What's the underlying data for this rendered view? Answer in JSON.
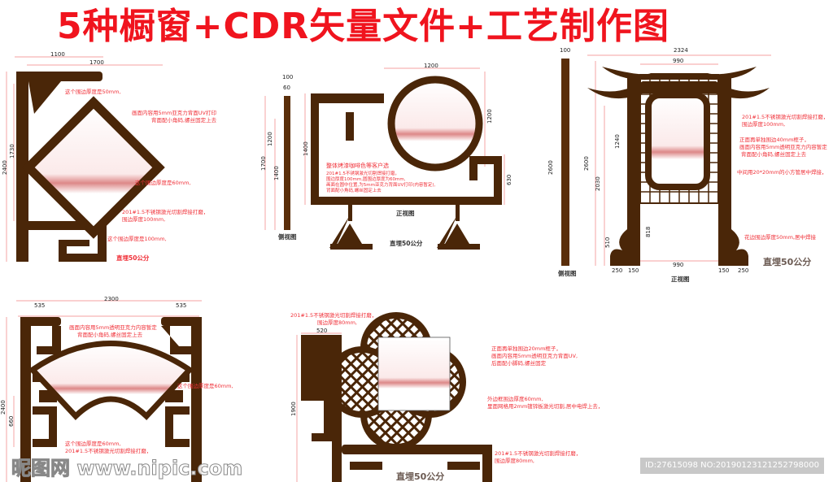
{
  "title": "5种橱窗+CDR矢量文件+工艺制作图",
  "colors": {
    "frame": "#4a2608",
    "annotation": "#f03038",
    "dimension": "#f08080",
    "title": "#f0141e"
  },
  "panel1": {
    "dims": [
      "1100",
      "1700",
      "2400",
      "1730"
    ],
    "notes": [
      "这个围边厚度是50mm,",
      "画面内容用5mm亚克力背面UV打印",
      "背面配小角码,螺丝固定上去",
      "这个围边厚度是60mm,",
      "201#1.5不锈钢激光切割焊接打磨，",
      "围边厚度100mm,",
      "这个围边厚度是100mm,"
    ],
    "bury": "直埋50公分"
  },
  "panel2": {
    "dims": [
      "100",
      "60",
      "1700",
      "1200",
      "1400",
      "1400",
      "1200",
      "1200",
      "630"
    ],
    "color_note": "整体烤漆咖啡色等客户选",
    "notes": [
      "201#1.5不锈钢激光切割焊接打磨，",
      "围边厚度100mm,圆围边厚度为60mm,",
      "画面在圆中位置,为5mm亚克力背面UV打印(内容暂定),",
      "背面配小角码,螺丝固定上去"
    ],
    "side_caption": "侧视图",
    "front_caption": "正视图",
    "bury": "直埋50公分"
  },
  "panel3": {
    "dims": [
      "100",
      "2324",
      "990",
      "2600",
      "2600",
      "1240",
      "2030",
      "818",
      "510",
      "250",
      "150",
      "990",
      "150",
      "250"
    ],
    "notes": [
      "201#1.5不锈钢激光切割焊接打磨，",
      "围边厚度100mm,",
      "正面再单独围边40mm框子，",
      "画面内容用5mm透明亚克力内容暂定",
      "背面配小角码,螺丝固定上去",
      "中间用20*20mm的小方管居中焊接，",
      "花边围边厚度50mm,居中焊接"
    ],
    "side_caption": "侧视图",
    "front_caption": "正视图",
    "bury": "直埋50公分"
  },
  "panel4": {
    "dims": [
      "2300",
      "535",
      "535",
      "2400",
      "660"
    ],
    "notes": [
      "画面内容用5mm透明亚克力内容暂定",
      "背面配小角码,螺丝固定上去",
      "这个围边厚度是60mm,",
      "这个围边厚度是60mm,",
      "201#1.5不锈钢激光切割焊接打磨，"
    ]
  },
  "panel5": {
    "dims": [
      "520",
      "1900"
    ],
    "notes": [
      "201#1.5不锈钢激光切割焊接打磨，",
      "围边厚度80mm,",
      "正面再单独围边20mm框子，",
      "画面内容用5mm透明亚克力背面UV,",
      "后面配小脚码,螺丝固定",
      "外边框围边厚度60mm,",
      "里面网格用2mm镀锌板激光切割,居中电焊上去，",
      "201#1.5不锈钢激光切割焊接打磨，",
      "围边厚度80mm,"
    ],
    "bury": "直埋50公分"
  },
  "watermark": "昵图网 www.nipic.com",
  "id_bar": "ID:27615098 NO:20190123121252798000"
}
